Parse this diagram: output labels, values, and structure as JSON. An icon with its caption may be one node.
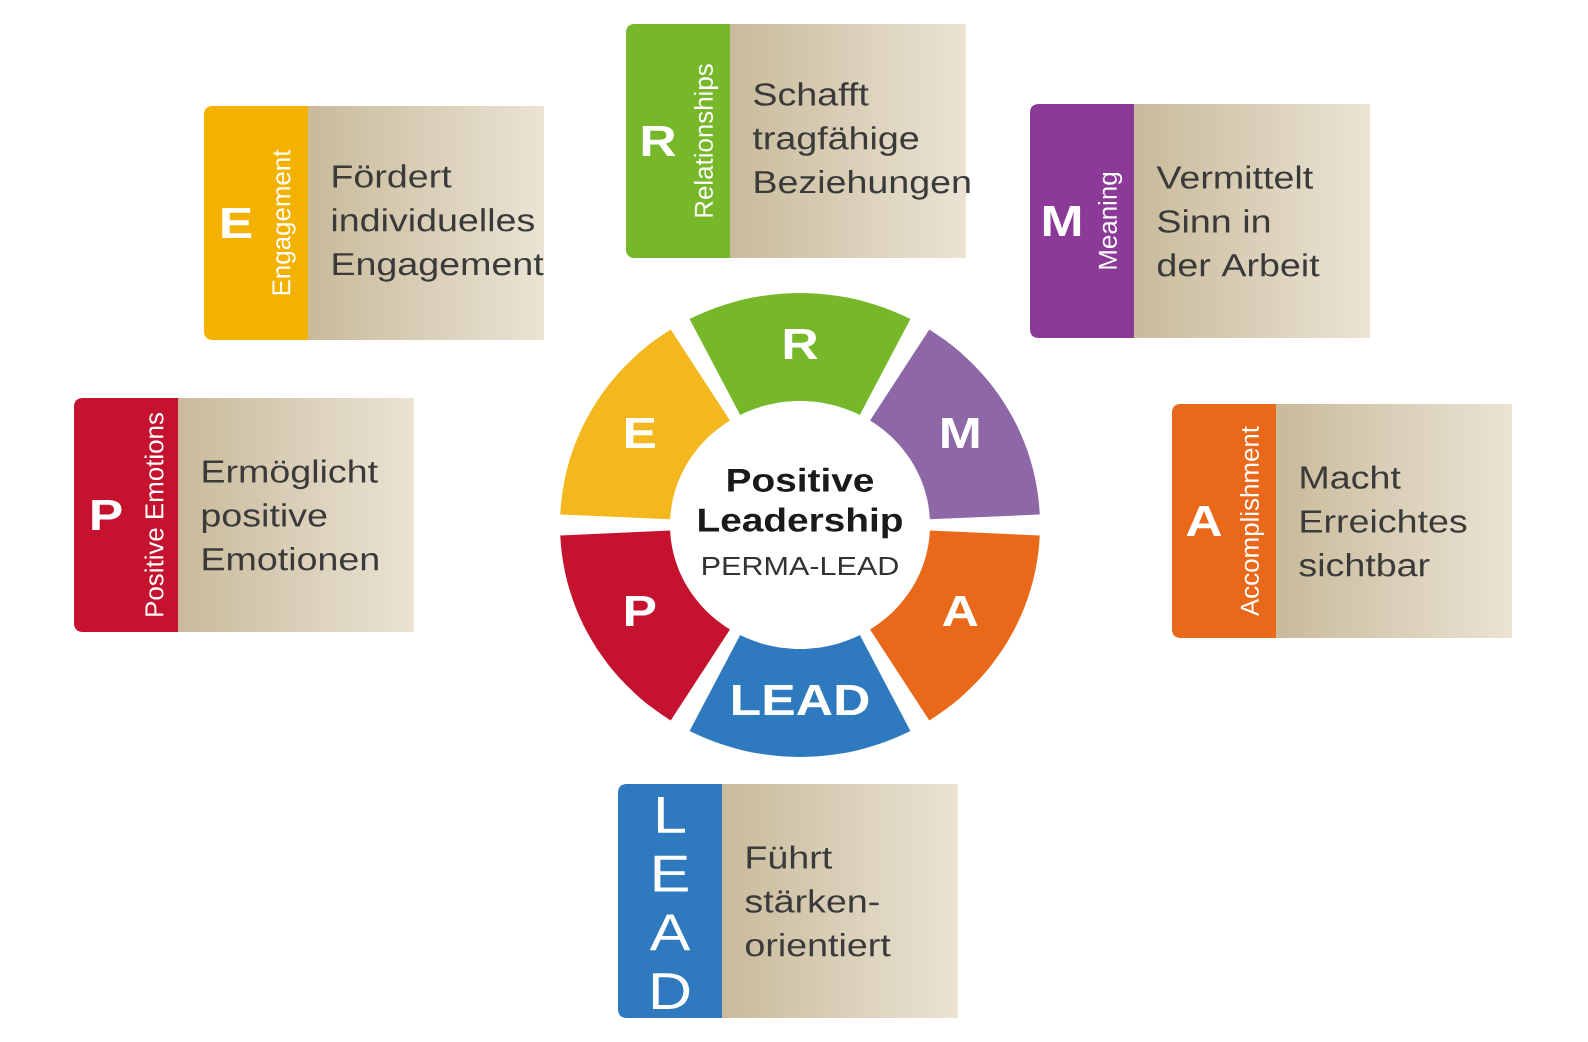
{
  "diagram": {
    "nodes": [
      {
        "text": [
          "R",
          "Relationships",
          "Schafft tragfähige Beziehungen"
        ]
      },
      {
        "text": [
          "E",
          "Engagement",
          "Fördert individuelles Engagement"
        ]
      },
      {
        "text": [
          "M",
          "Meaning",
          "Vermittelt Sinn in der Arbeit"
        ]
      },
      {
        "text": [
          "R"
        ]
      },
      {
        "text": [
          "E"
        ]
      },
      {
        "text": [
          "M"
        ]
      },
      {
        "text": [
          "P",
          "Positive Emotions",
          "Ermöglicht positive Emotionen"
        ]
      },
      {
        "text": [
          "A",
          "Accomplishment",
          "Macht Erreichtes sichtbar"
        ]
      },
      {
        "text": [
          "Positive Leadership",
          "PERMA-LEAD"
        ]
      },
      {
        "text": [
          "P"
        ]
      },
      {
        "text": [
          "A"
        ]
      },
      {
        "text": [
          "LEAD"
        ]
      },
      {
        "text": [
          "LEAD",
          "Führt stärken-orientiert"
        ]
      }
    ]
  }
}
